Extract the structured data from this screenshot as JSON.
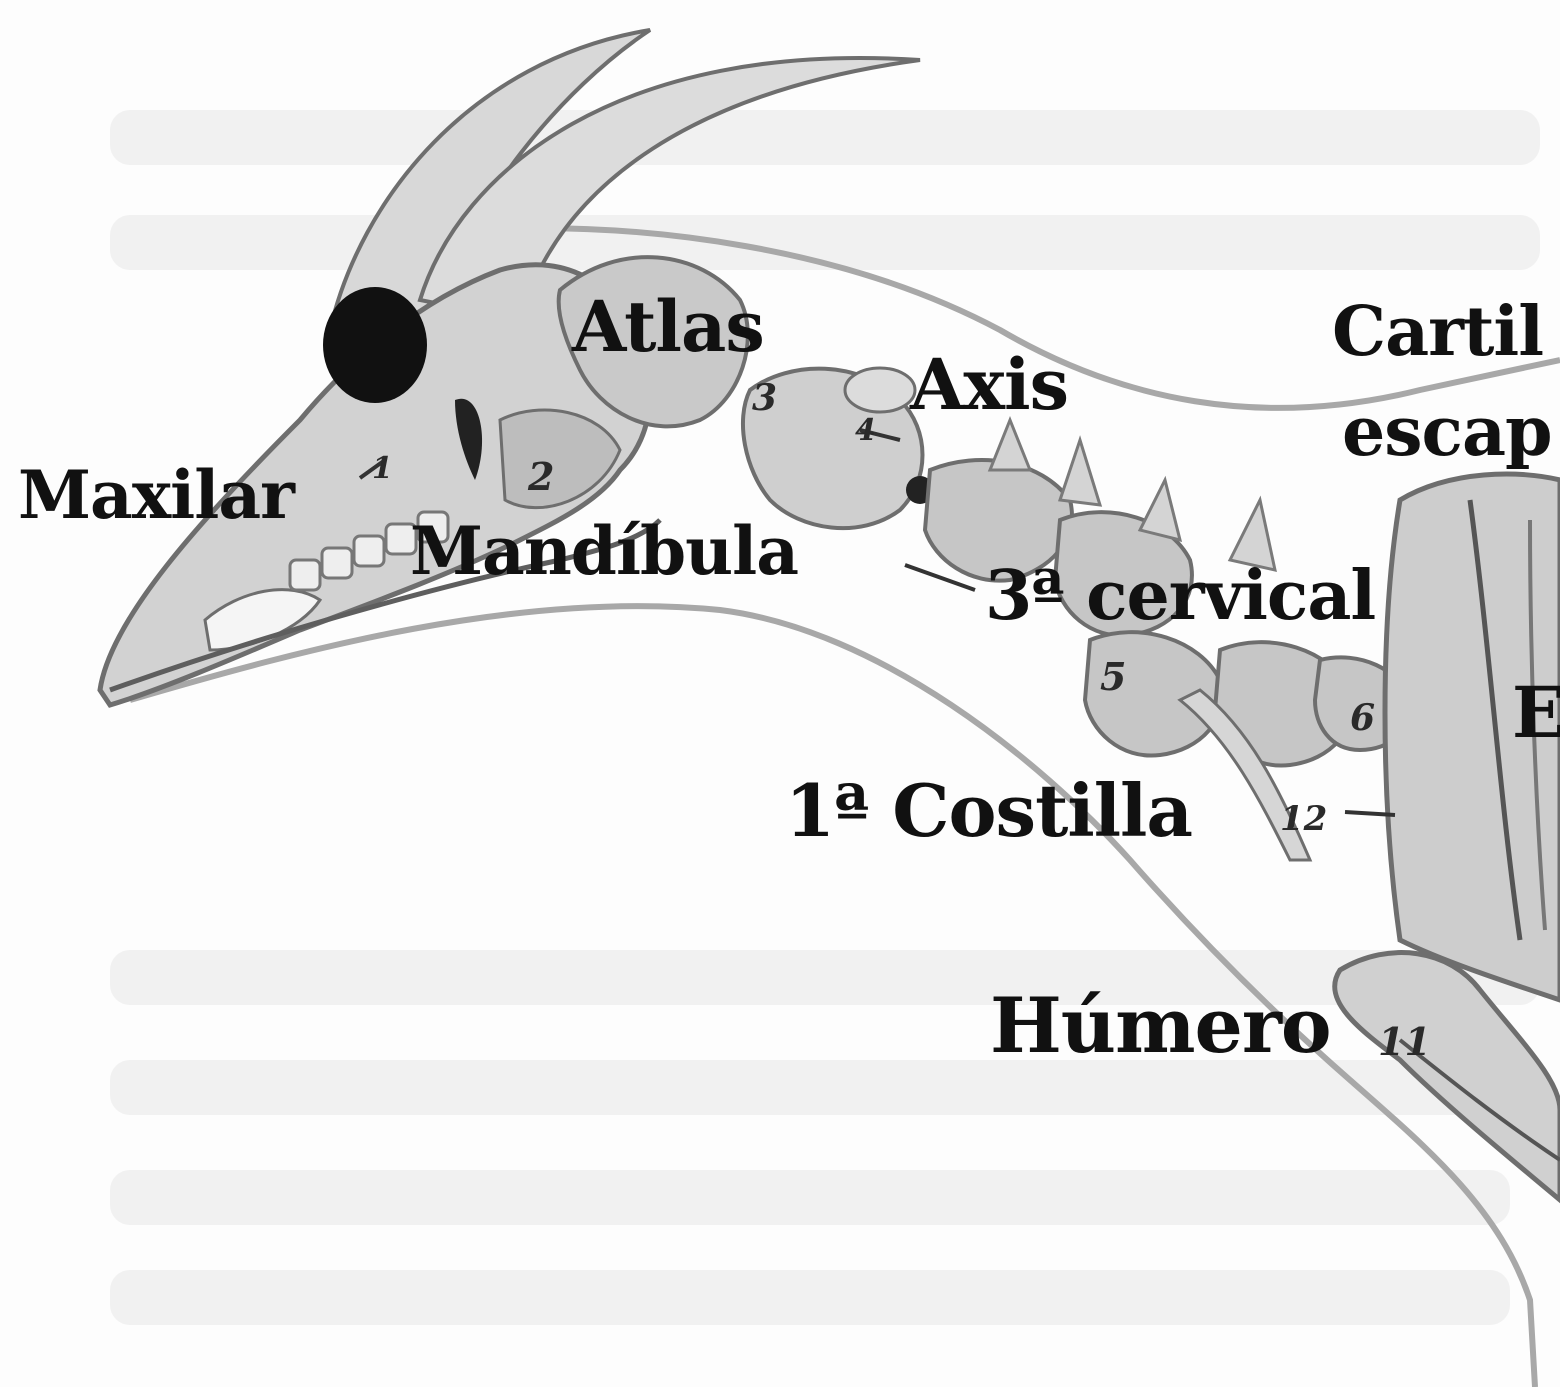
{
  "labels": {
    "maxilar": "Maxilar",
    "mandibula": "Mandíbula",
    "atlas": "Atlas",
    "axis": "Axis",
    "cervical": "3ª cervical",
    "costilla": "1ª Costilla",
    "humero": "Húmero",
    "cartilago": "Cartil",
    "escapula": "escap",
    "e_partial": "E"
  },
  "numbers": [
    "1",
    "2",
    "3",
    "4",
    "5",
    "6",
    "11",
    "12"
  ],
  "colors": {
    "bone_fill": "#d2d2d2",
    "bone_stroke": "#6e6e6e",
    "bone_dark": "#3a3a3a",
    "silhouette": "#9a9a9a",
    "ghost_text": "#efefef"
  }
}
